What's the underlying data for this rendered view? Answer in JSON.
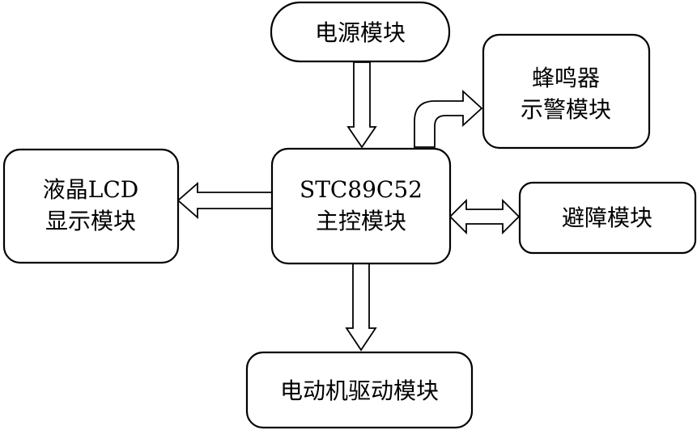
{
  "diagram": {
    "nodes": {
      "power": {
        "line1": "电源模块"
      },
      "buzzer": {
        "line1": "蜂鸣器",
        "line2": "示警模块"
      },
      "lcd": {
        "line1": "液晶LCD",
        "line2": "显示模块"
      },
      "mcu": {
        "line1": "STC89C52",
        "line2": "主控模块"
      },
      "obstacle": {
        "line1": "避障模块"
      },
      "motor": {
        "line1": "电动机驱动模块"
      }
    },
    "edges": [
      {
        "from": "power",
        "to": "mcu",
        "direction": "one-way"
      },
      {
        "from": "mcu",
        "to": "buzzer",
        "direction": "one-way"
      },
      {
        "from": "mcu",
        "to": "lcd",
        "direction": "one-way"
      },
      {
        "from": "mcu",
        "to": "obstacle",
        "direction": "two-way"
      },
      {
        "from": "mcu",
        "to": "motor",
        "direction": "one-way"
      }
    ]
  }
}
